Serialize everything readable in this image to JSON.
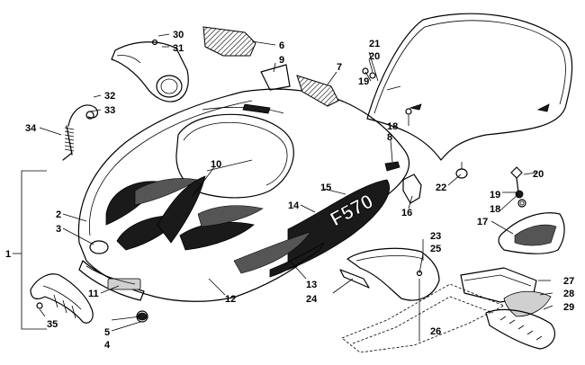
{
  "callouts": {
    "c1": "1",
    "c2": "2",
    "c3": "3",
    "c4": "4",
    "c5": "5",
    "c6": "6",
    "c7": "7",
    "c8": "8",
    "c9": "9",
    "c10": "10",
    "c11": "11",
    "c12": "12",
    "c13": "13",
    "c14": "14",
    "c15": "15",
    "c16": "16",
    "c17": "17",
    "c18a": "18",
    "c18b": "18",
    "c19a": "19",
    "c19b": "19",
    "c20a": "20",
    "c20b": "20",
    "c21": "21",
    "c22": "22",
    "c23": "23",
    "c24": "24",
    "c25": "25",
    "c26": "26",
    "c27": "27",
    "c28": "28",
    "c29": "29",
    "c30": "30",
    "c31": "31",
    "c32": "32",
    "c33": "33",
    "c34": "34",
    "c35": "35"
  },
  "decal_text": "F570",
  "colors": {
    "ink": "#000000",
    "paper": "#ffffff",
    "accent_dark": "#1a1a1a"
  }
}
